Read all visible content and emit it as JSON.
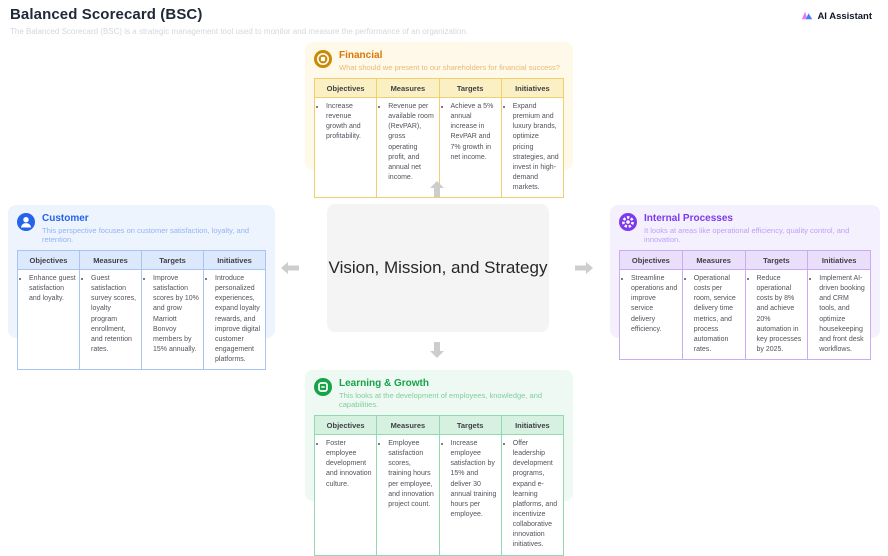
{
  "header": {
    "title": "Balanced Scorecard (BSC)",
    "subtitle": "The Balanced Scorecard (BSC) is a strategic management tool used to monitor and measure the performance of an organization.",
    "ai_assistant": "AI Assistant"
  },
  "center_label": "Vision, Mission, and Strategy",
  "table_headers": [
    "Objectives",
    "Measures",
    "Targets",
    "Initiatives"
  ],
  "quadrants": [
    {
      "id": "financial",
      "title": "Financial",
      "subtitle": "What should we present to our shareholders for financial success?",
      "icon": "coin-icon",
      "accent_color": "#d97706",
      "cells": {
        "objectives": "Increase revenue growth and profitability.",
        "measures": "Revenue per available room (RevPAR), gross operating profit, and annual net income.",
        "targets": "Achieve a 5% annual increase in RevPAR and 7% growth in net income.",
        "initiatives": "Expand premium and luxury brands, optimize pricing strategies, and invest in high-demand markets."
      }
    },
    {
      "id": "customer",
      "title": "Customer",
      "subtitle": "This perspective focuses on customer satisfaction, loyalty, and retention.",
      "icon": "user-icon",
      "accent_color": "#2563eb",
      "cells": {
        "objectives": "Enhance guest satisfaction and loyalty.",
        "measures": "Guest satisfaction survey scores, loyalty program enrollment, and retention rates.",
        "targets": "Improve satisfaction scores by 10% and grow Marriott Bonvoy members by 15% annually.",
        "initiatives": "Introduce personalized experiences, expand loyalty rewards, and improve digital customer engagement platforms."
      }
    },
    {
      "id": "internal-processes",
      "title": "Internal Processes",
      "subtitle": "It looks at areas like operational efficiency, quality control, and innovation.",
      "icon": "gear-icon",
      "accent_color": "#7c3aed",
      "cells": {
        "objectives": "Streamline operations and improve service delivery efficiency.",
        "measures": "Operational costs per room, service delivery time metrics, and process automation rates.",
        "targets": "Reduce operational costs by 8% and achieve 20% automation in key processes by 2025.",
        "initiatives": "Implement AI-driven booking and CRM tools, and optimize housekeeping and front desk workflows."
      }
    },
    {
      "id": "learning-growth",
      "title": "Learning & Growth",
      "subtitle": "This looks at the development of employees, knowledge, and capabilities.",
      "icon": "book-icon",
      "accent_color": "#16a34a",
      "cells": {
        "objectives": "Foster employee development and innovation culture.",
        "measures": "Employee satisfaction scores, training hours per employee, and innovation project count.",
        "targets": "Increase employee satisfaction by 15% and deliver 30 annual training hours per employee.",
        "initiatives": "Offer leadership development programs, expand e-learning platforms, and incentivize collaborative innovation initiatives."
      }
    }
  ]
}
